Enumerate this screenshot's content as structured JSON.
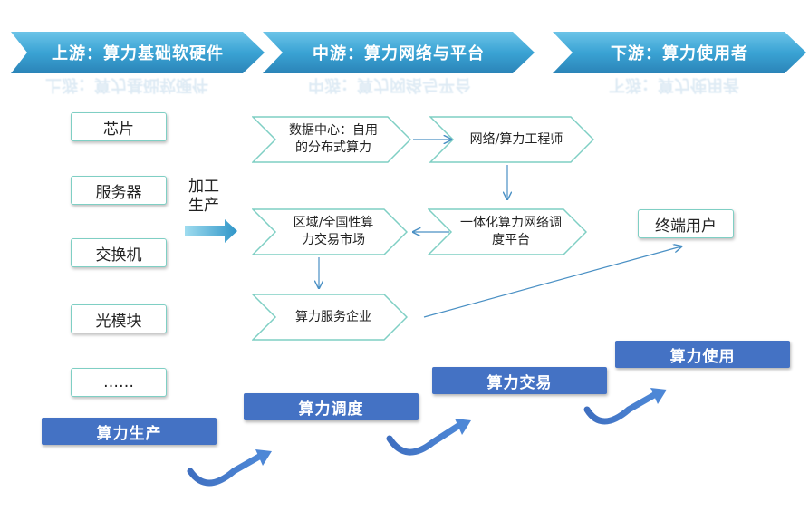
{
  "headers": [
    {
      "label": "上游：算力基础软硬件",
      "color": "#3fa6d6"
    },
    {
      "label": "中游：算力网络与平台",
      "color": "#3fa6d6"
    },
    {
      "label": "下游：算力使用者",
      "color": "#3fa6d6"
    }
  ],
  "upstream_items": [
    "芯片",
    "服务器",
    "交换机",
    "光模块",
    "……"
  ],
  "process_label": "加工生产",
  "midstream": {
    "data_center": "数据中心：自用的分布式算力",
    "network_engineer": "网络/算力工程师",
    "regional_market": "区域/全国性算力交易市场",
    "integrated_platform": "一体化算力网络调度平台",
    "service_company": "算力服务企业"
  },
  "end_user": "终端用户",
  "stages": [
    "算力生产",
    "算力调度",
    "算力交易",
    "算力使用"
  ],
  "colors": {
    "stage": "#4472c4",
    "border": "#7fcfc4",
    "arrow": "#4a90c4"
  }
}
